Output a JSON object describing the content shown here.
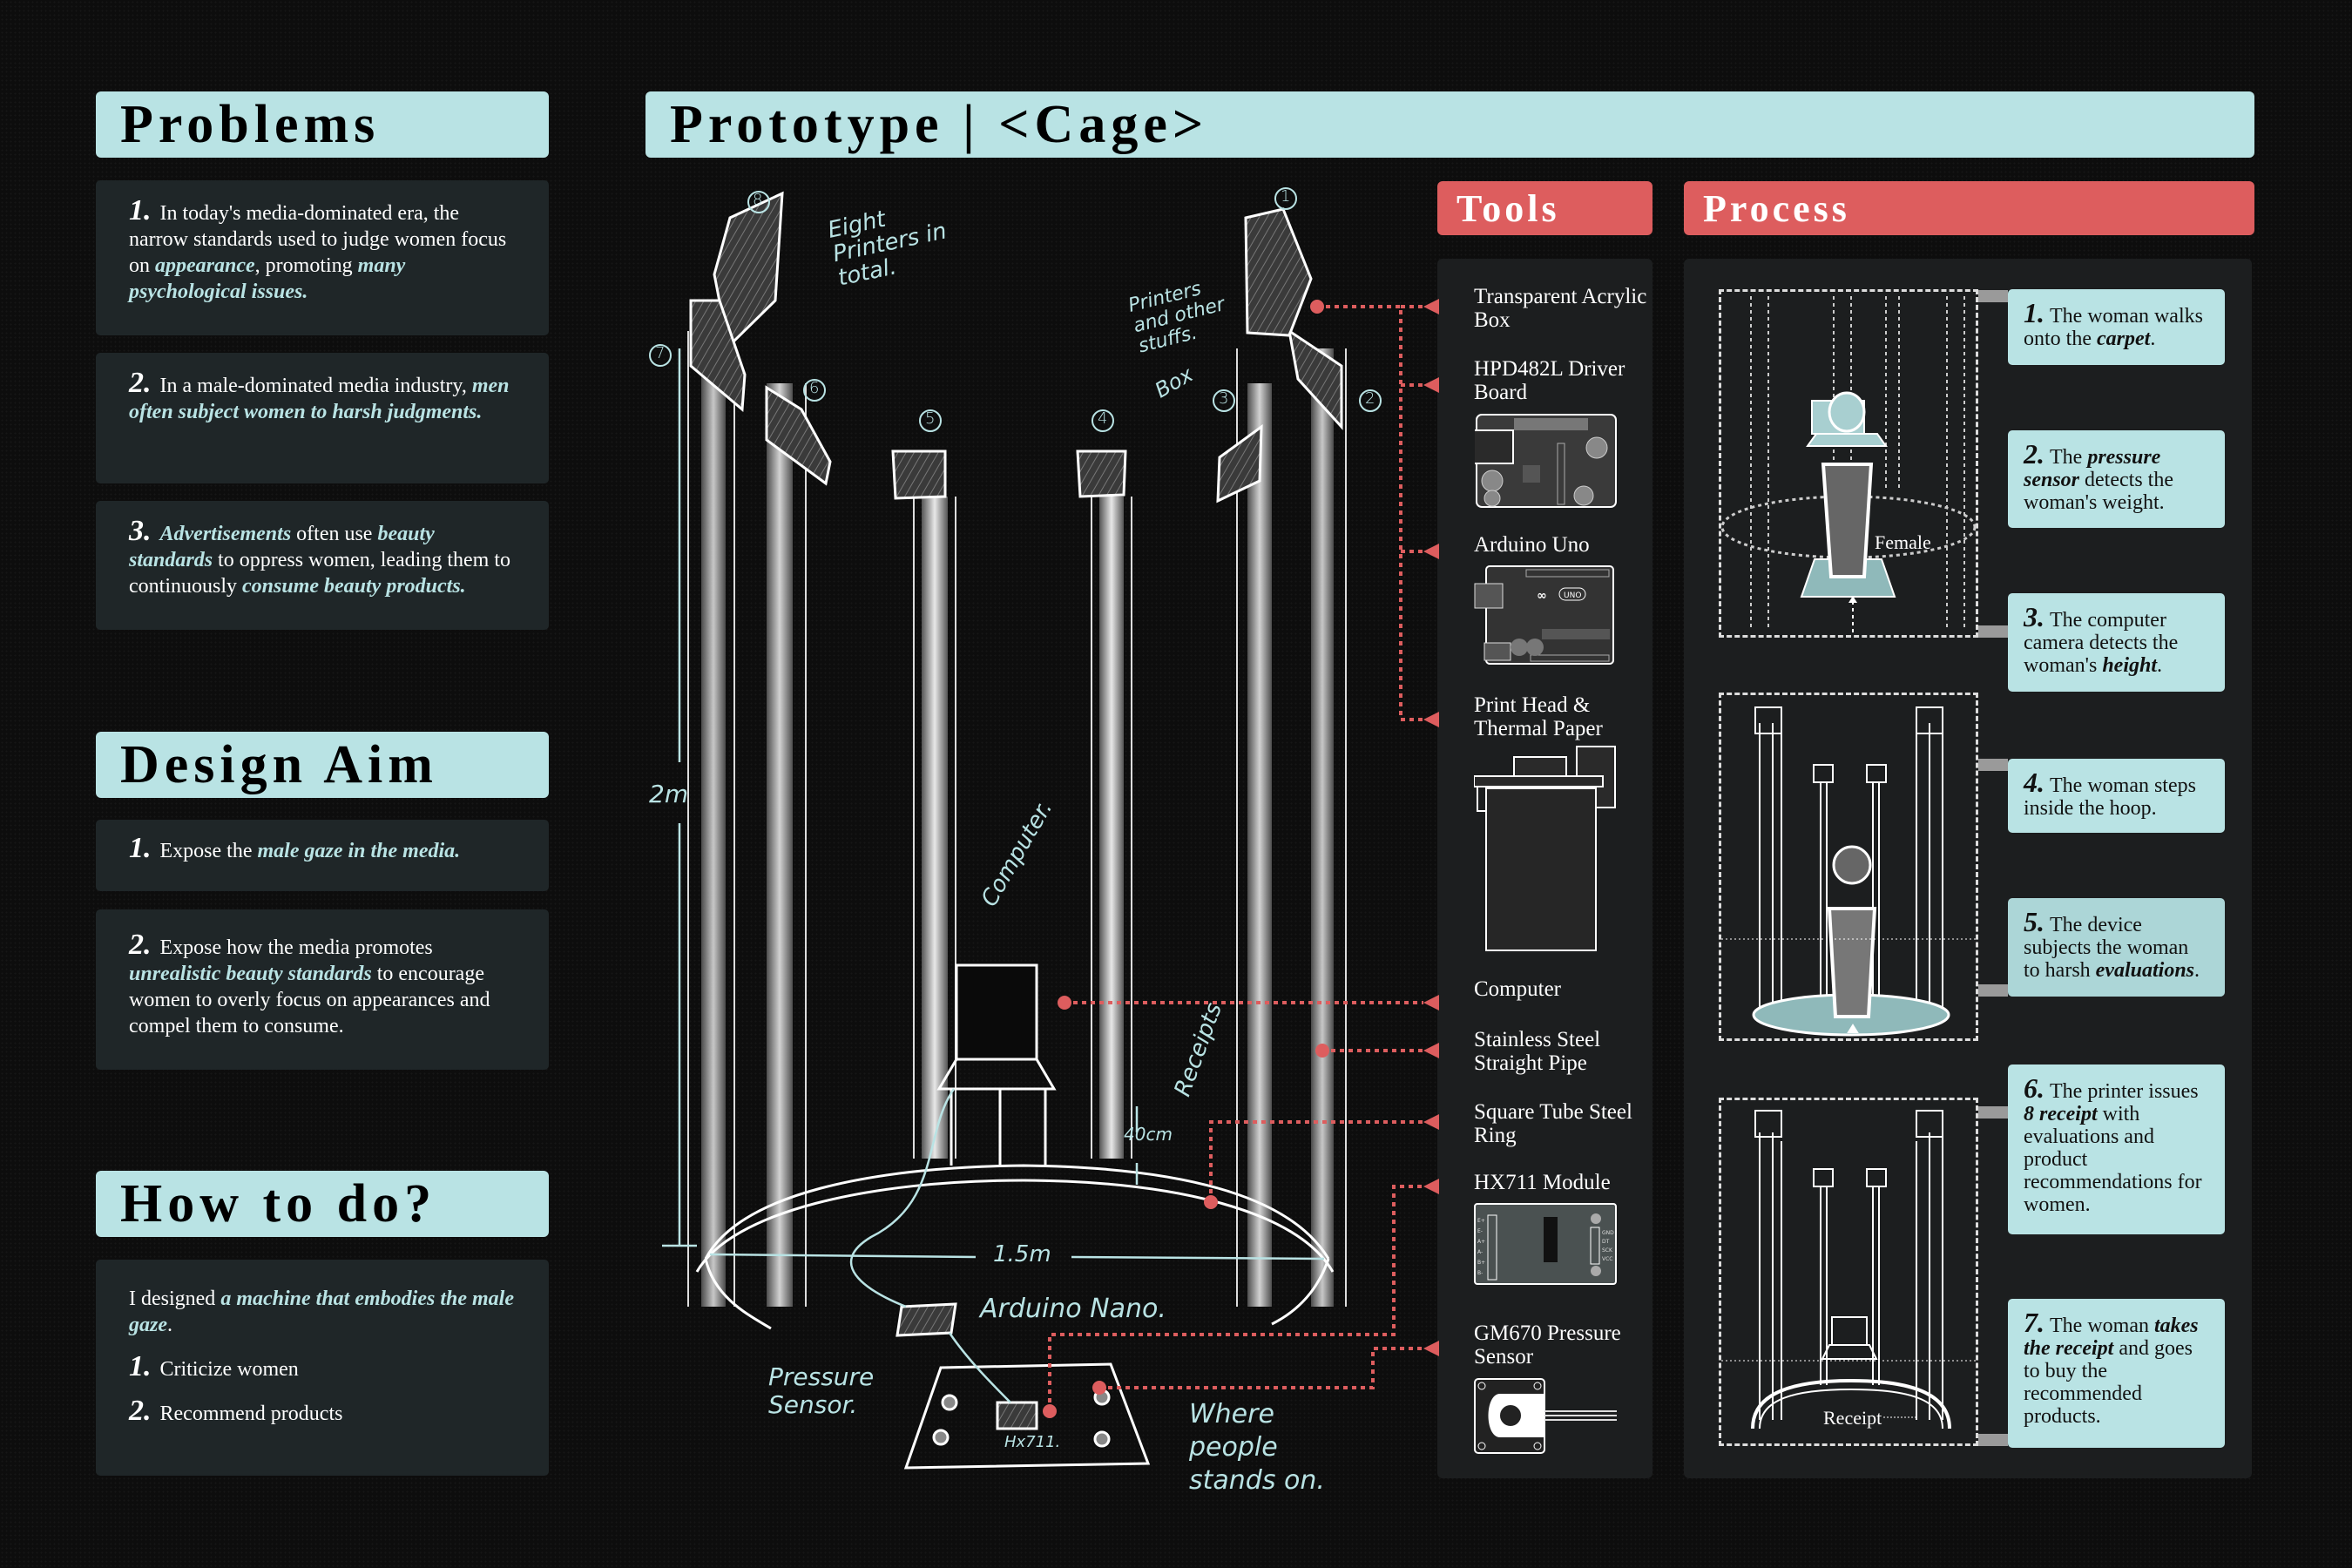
{
  "problems": {
    "title": "Problems",
    "items": [
      {
        "num": "1.",
        "parts": [
          {
            "t": "In today's media-dominated era, the narrow standards used to judge women focus on "
          },
          {
            "t": "appearance",
            "em": true
          },
          {
            "t": ", promoting "
          },
          {
            "t": "many psychological issues.",
            "em": true
          }
        ]
      },
      {
        "num": "2.",
        "parts": [
          {
            "t": "In a male-dominated media industry, "
          },
          {
            "t": "men often subject women to harsh judgments.",
            "em": true
          }
        ]
      },
      {
        "num": "3.",
        "parts": [
          {
            "t": "Advertisements",
            "em": true
          },
          {
            "t": " often use "
          },
          {
            "t": "beauty standards",
            "em": true
          },
          {
            "t": " to oppress women, leading them to continuously "
          },
          {
            "t": "consume beauty products.",
            "em": true
          }
        ]
      }
    ]
  },
  "design_aim": {
    "title": "Design Aim",
    "items": [
      {
        "num": "1.",
        "parts": [
          {
            "t": "Expose the "
          },
          {
            "t": "male gaze in the media.",
            "em": true
          }
        ]
      },
      {
        "num": "2.",
        "parts": [
          {
            "t": "Expose how the media promotes "
          },
          {
            "t": "unrealistic beauty standards",
            "em": true
          },
          {
            "t": " to encourage women to overly focus on appearances and compel them to consume."
          }
        ]
      }
    ]
  },
  "how_to_do": {
    "title": "How to do?",
    "intro_parts": [
      {
        "t": "I designed "
      },
      {
        "t": "a machine that embodies the male gaze",
        "em": true
      },
      {
        "t": "."
      }
    ],
    "items": [
      {
        "num": "1.",
        "text": "Criticize women"
      },
      {
        "num": "2.",
        "text": "Recommend products"
      }
    ]
  },
  "prototype": {
    "title": "Prototype | <Cage>",
    "sketch_labels": {
      "eight_printers": "Eight Printers in total.",
      "printers_other": "Printers and other stuffs.",
      "box": "Box",
      "computer": "Computer.",
      "receipts": "Receipts",
      "height_2m": "2m",
      "height_40cm": "40cm",
      "width_1_5m": "1.5m",
      "arduino_nano": "Arduino Nano.",
      "pressure_sensor": "Pressure Sensor.",
      "where_people": "Where people stands on.",
      "hx711": "Hx711."
    },
    "printer_numbers": [
      "1",
      "2",
      "3",
      "4",
      "5",
      "6",
      "7",
      "8"
    ]
  },
  "tools": {
    "title": "Tools",
    "items": [
      {
        "label": "Transparent Acrylic Box",
        "icon": "acrylic-box"
      },
      {
        "label": "HPD482L Driver Board",
        "icon": "driver-board-icon"
      },
      {
        "label": "Arduino Uno",
        "icon": "arduino-uno-icon",
        "board_text": "UNO"
      },
      {
        "label": "Print Head & Thermal Paper",
        "icon": "thermal-printer-icon"
      },
      {
        "label": "Computer",
        "icon": "computer"
      },
      {
        "label": "Stainless Steel Straight Pipe",
        "icon": "pipe"
      },
      {
        "label": "Square Tube Steel Ring",
        "icon": "ring"
      },
      {
        "label": "HX711 Module",
        "icon": "hx711-module-icon",
        "pins_left": [
          "E+",
          "E-",
          "A+",
          "A-",
          "B+",
          "B-"
        ],
        "pins_right": [
          "GND",
          "DT",
          "SCK",
          "VCC"
        ]
      },
      {
        "label": "GM670 Pressure Sensor",
        "icon": "pressure-sensor-icon"
      }
    ]
  },
  "process": {
    "title": "Process",
    "diagram_labels": {
      "female": "Female",
      "receipt": "Receipt"
    },
    "steps": [
      {
        "num": "1.",
        "parts": [
          {
            "t": "The woman walks onto the "
          },
          {
            "t": "carpet",
            "em": true
          },
          {
            "t": "."
          }
        ]
      },
      {
        "num": "2.",
        "parts": [
          {
            "t": "The "
          },
          {
            "t": "pressure sensor",
            "em": true
          },
          {
            "t": " detects the woman's weight."
          }
        ]
      },
      {
        "num": "3.",
        "parts": [
          {
            "t": "The computer camera detects the woman's "
          },
          {
            "t": "height",
            "em": true
          },
          {
            "t": "."
          }
        ]
      },
      {
        "num": "4.",
        "parts": [
          {
            "t": "The woman steps inside the hoop."
          }
        ]
      },
      {
        "num": "5.",
        "parts": [
          {
            "t": "The device subjects the woman to harsh "
          },
          {
            "t": "evaluations",
            "em": true
          },
          {
            "t": "."
          }
        ]
      },
      {
        "num": "6.",
        "parts": [
          {
            "t": "The printer issues "
          },
          {
            "t": "8 receipt",
            "em": true
          },
          {
            "t": " with evaluations and product recommendations for women."
          }
        ]
      },
      {
        "num": "7.",
        "parts": [
          {
            "t": "The woman "
          },
          {
            "t": "takes the receipt",
            "em": true
          },
          {
            "t": " and goes to buy the recommended products."
          }
        ]
      }
    ]
  },
  "colors": {
    "accent_teal": "#b9e3e4",
    "accent_red": "#dd5d5e",
    "background": "#0d0d0d",
    "card": "#1f2628"
  }
}
